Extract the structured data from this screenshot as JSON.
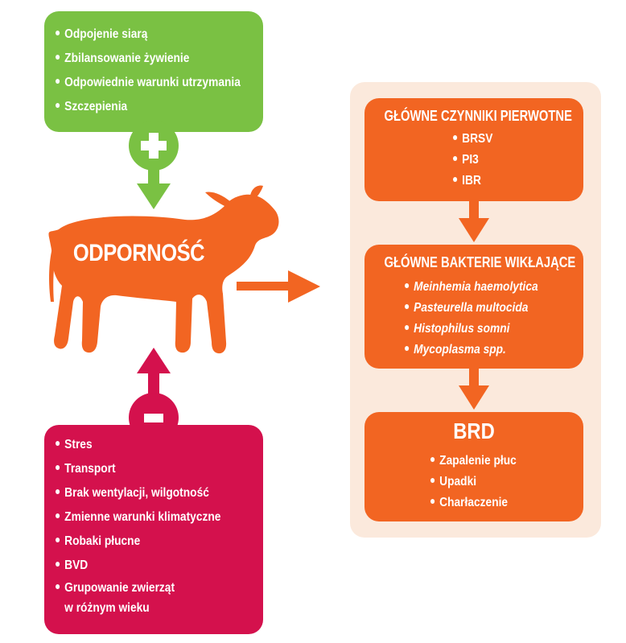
{
  "positive": {
    "items": [
      "Odpojenie siarą",
      "Zbilansowanie żywienie",
      "Odpowiednie warunki utrzymania",
      "Szczepienia"
    ]
  },
  "negative": {
    "items": [
      "Stres",
      "Transport",
      "Brak wentylacji, wilgotność",
      "Zmienne warunki klimatyczne",
      "Robaki płucne",
      "BVD",
      "Grupowanie zwierząt",
      "w różnym wieku"
    ]
  },
  "calf": {
    "label": "ODPORNOŚĆ"
  },
  "primary": {
    "title": "GŁÓWNE CZYNNIKI PIERWOTNE",
    "items": [
      "BRSV",
      "PI3",
      "IBR"
    ]
  },
  "bacteria": {
    "title": "GŁÓWNE BAKTERIE WIKŁAJĄCE",
    "items": [
      "Meinhemia haemolytica",
      "Pasteurella multocida",
      "Histophilus somni",
      "Mycoplasma spp."
    ]
  },
  "brd": {
    "title": "BRD",
    "items": [
      "Zapalenie płuc",
      "Upadki",
      "Charłaczenie"
    ]
  },
  "colors": {
    "green": "#7ac143",
    "red": "#d4114d",
    "orange": "#f26522",
    "cream": "#fbe9dc"
  },
  "icons": [
    "plus-icon",
    "minus-icon",
    "calf-silhouette",
    "arrow-down-icon",
    "arrow-up-icon",
    "arrow-right-icon"
  ]
}
